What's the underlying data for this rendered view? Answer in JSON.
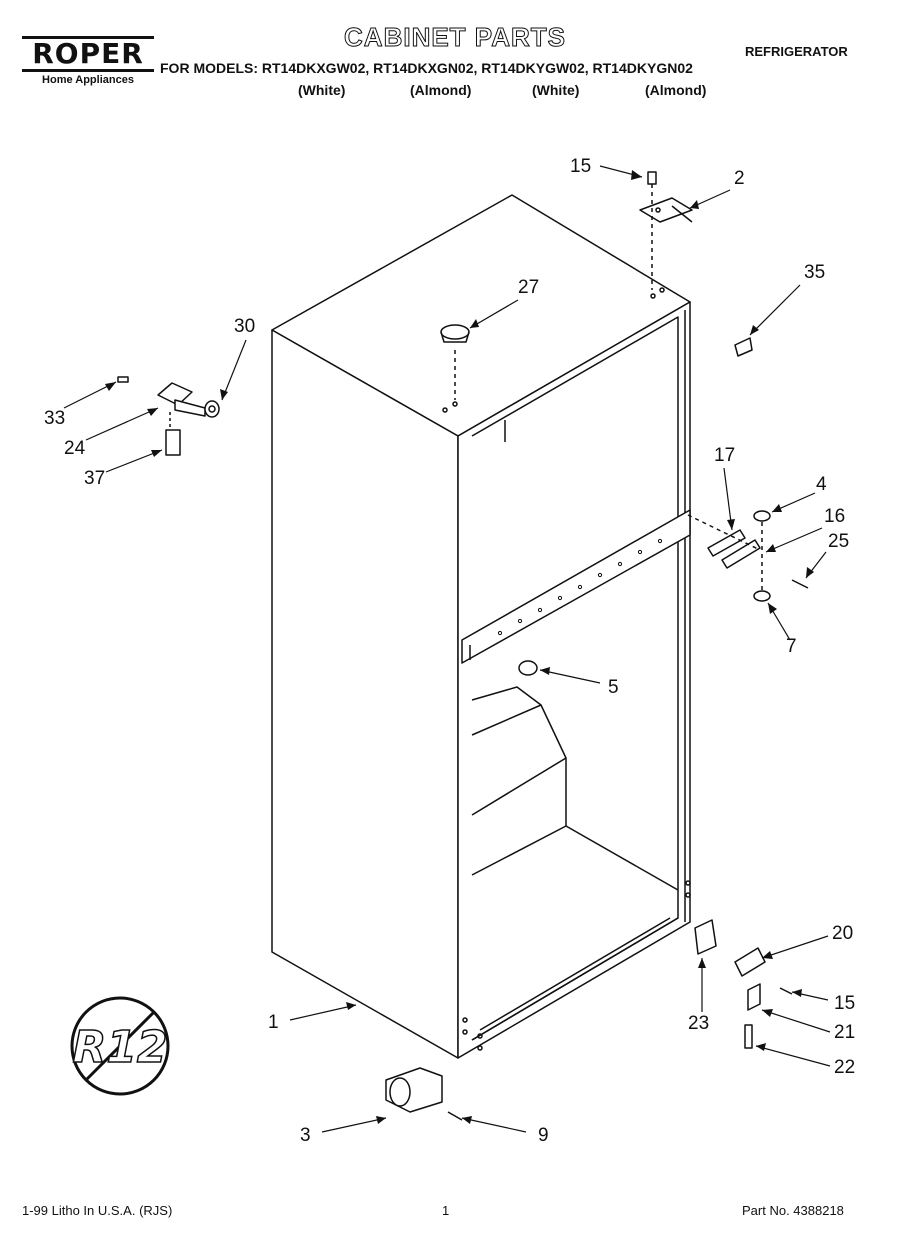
{
  "header": {
    "brand": "ROPER",
    "brand_sub": "Home Appliances",
    "title": "CABINET PARTS",
    "category": "REFRIGERATOR",
    "models_line": "FOR MODELS: RT14DKXGW02, RT14DKXGN02, RT14DKYGW02, RT14DKYGN02",
    "finishes": [
      "(White)",
      "(Almond)",
      "(White)",
      "(Almond)"
    ]
  },
  "callouts": {
    "c15a": "15",
    "c2": "2",
    "c35": "35",
    "c27": "27",
    "c30": "30",
    "c33": "33",
    "c24": "24",
    "c37": "37",
    "c17": "17",
    "c4": "4",
    "c16": "16",
    "c25": "25",
    "c7": "7",
    "c5": "5",
    "c20": "20",
    "c15b": "15",
    "c21": "21",
    "c23": "23",
    "c22": "22",
    "c1": "1",
    "c3": "3",
    "c9": "9"
  },
  "badge": {
    "text": "R12"
  },
  "footer": {
    "left": "1-99 Litho In U.S.A. (RJS)",
    "page": "1",
    "part": "Part No. 4388218"
  }
}
